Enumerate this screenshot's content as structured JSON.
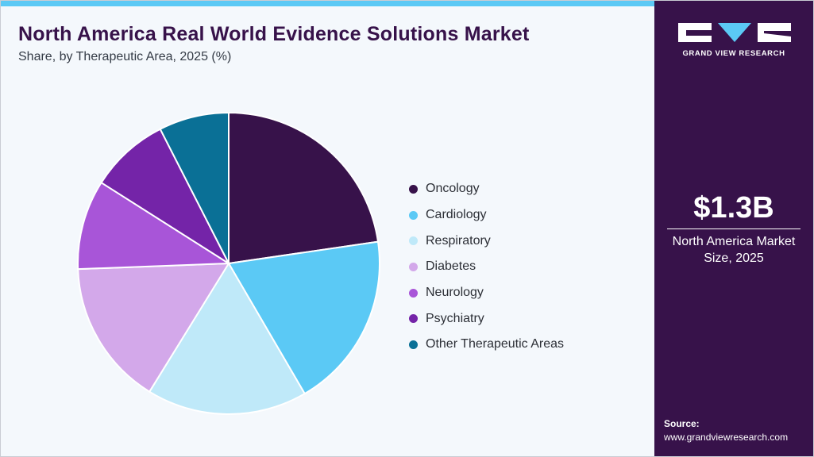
{
  "chart_data": {
    "type": "pie",
    "title": "North America Real World Evidence Solutions Market",
    "subtitle": "Share, by Therapeutic Area, 2025 (%)",
    "categories": [
      "Oncology",
      "Cardiology",
      "Respiratory",
      "Diabetes",
      "Neurology",
      "Psychiatry",
      "Other Therapeutic Areas"
    ],
    "values": [
      22.7,
      18.9,
      17.2,
      15.6,
      9.6,
      8.5,
      7.5
    ],
    "colors": [
      "#37124a",
      "#5bc9f5",
      "#bfe9f9",
      "#d3a8ea",
      "#a855d8",
      "#7424a8",
      "#0a7096"
    ],
    "legend_position": "right",
    "start_angle": "12 o'clock, clockwise"
  },
  "sidebar": {
    "logo_text": "GRAND VIEW RESEARCH",
    "kpi_value": "$1.3B",
    "kpi_label_line1": "North America Market",
    "kpi_label_line2": "Size, 2025",
    "source_label": "Source:",
    "source_url": "www.grandviewresearch.com"
  },
  "colors": {
    "brand_purple": "#37124a",
    "accent_blue": "#5bc9f5",
    "background": "#f4f8fc"
  }
}
